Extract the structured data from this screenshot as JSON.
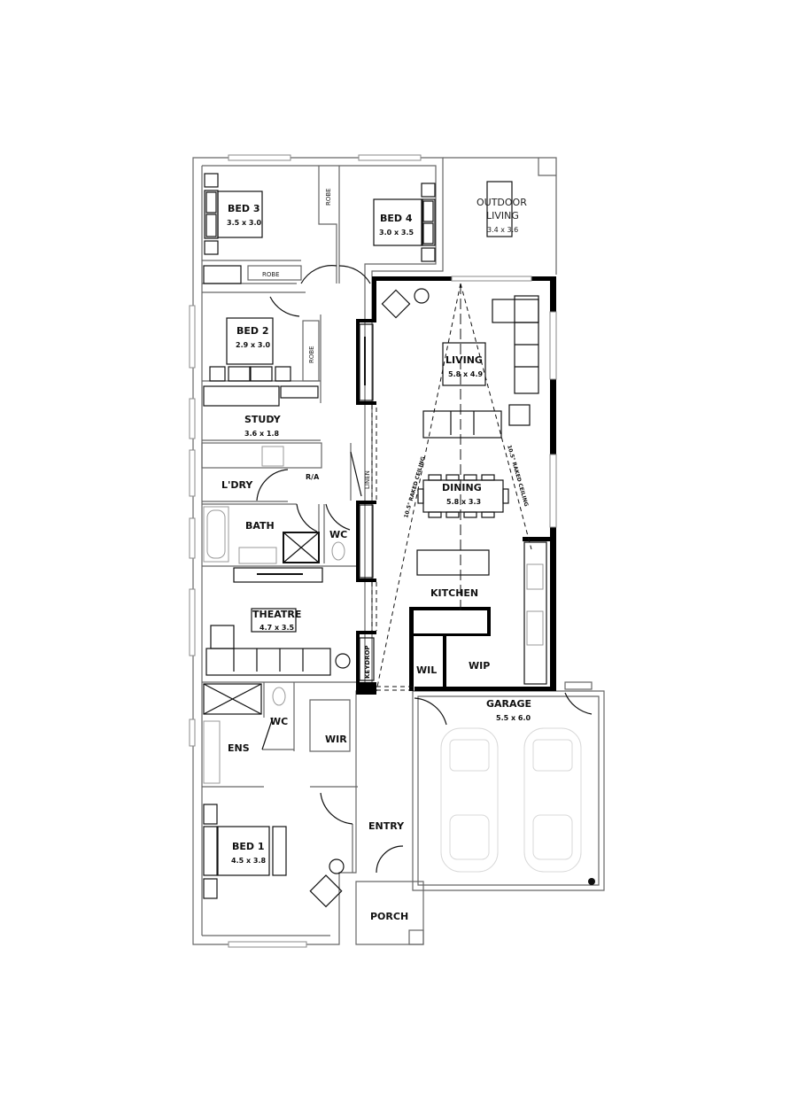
{
  "plan": {
    "rooms": [
      {
        "id": "bed3",
        "name": "BED 3",
        "size": "3.5 x 3.0"
      },
      {
        "id": "bed4",
        "name": "BED 4",
        "size": "3.0 x 3.5"
      },
      {
        "id": "outdoor",
        "name_line1": "OUTDOOR",
        "name_line2": "LIVING",
        "size": "3.4 x 3.6"
      },
      {
        "id": "bed2",
        "name": "BED 2",
        "size": "2.9 x 3.0"
      },
      {
        "id": "living",
        "name": "LIVING",
        "size": "5.8 x 4.9"
      },
      {
        "id": "study",
        "name": "STUDY",
        "size": "3.6 x 1.8"
      },
      {
        "id": "laundry",
        "name": "L'DRY"
      },
      {
        "id": "dining",
        "name": "DINING",
        "size": "5.8 x 3.3"
      },
      {
        "id": "bath",
        "name": "BATH"
      },
      {
        "id": "wc1",
        "name": "WC"
      },
      {
        "id": "theatre",
        "name": "THEATRE",
        "size": "4.7 x 3.5"
      },
      {
        "id": "kitchen",
        "name": "KITCHEN"
      },
      {
        "id": "wil",
        "name": "WIL"
      },
      {
        "id": "wip",
        "name": "WIP"
      },
      {
        "id": "garage",
        "name": "GARAGE",
        "size": "5.5 x 6.0"
      },
      {
        "id": "ens",
        "name": "ENS"
      },
      {
        "id": "wc2",
        "name": "WC"
      },
      {
        "id": "wir",
        "name": "WIR"
      },
      {
        "id": "entry",
        "name": "ENTRY"
      },
      {
        "id": "bed1",
        "name": "BED 1",
        "size": "4.5 x 3.8"
      },
      {
        "id": "porch",
        "name": "PORCH"
      }
    ],
    "annotations": {
      "robe_top": "ROBE",
      "robe_bed3": "ROBE",
      "robe_bed2": "ROBE",
      "linen": "LINEN",
      "keydrop": "KEYDROP",
      "ra": "R/A",
      "ceiling_left": "10.5° RAKED CEILING",
      "ceiling_right": "10.5° RAKED CEILING"
    }
  }
}
